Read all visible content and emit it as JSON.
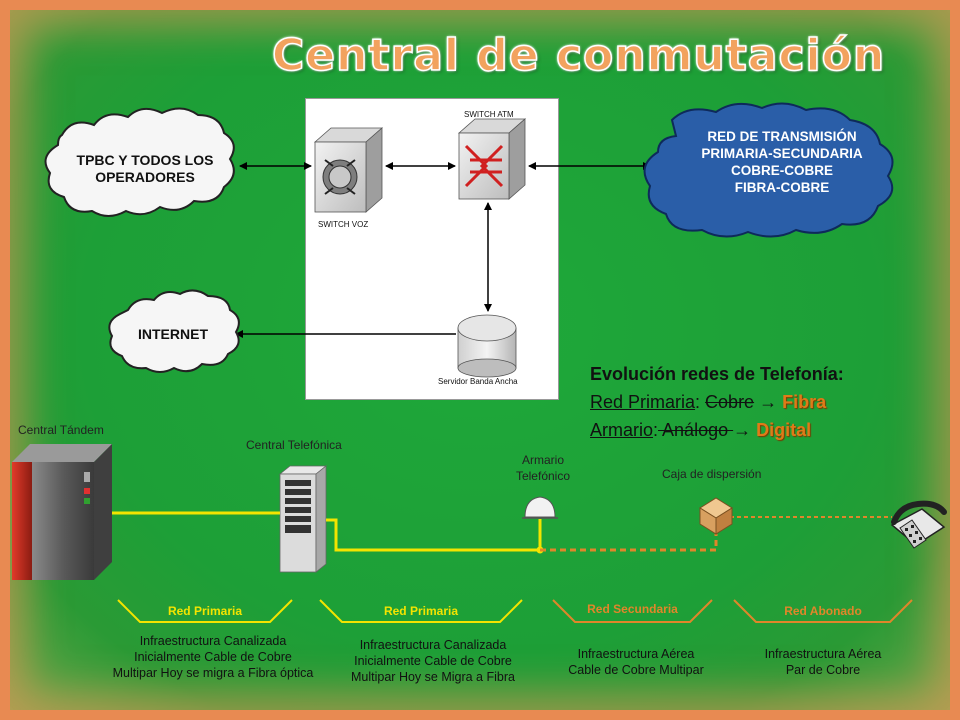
{
  "title": "Central de conmutación",
  "network": {
    "switch_atm": "SWITCH ATM",
    "switch_voz": "SWITCH VOZ",
    "server": "Servidor Banda Ancha"
  },
  "clouds": {
    "tpbc_line1": "TPBC Y TODOS LOS",
    "tpbc_line2": "OPERADORES",
    "internet": "INTERNET",
    "red_line1": "RED DE TRANSMISIÓN",
    "red_line2": "PRIMARIA-SECUNDARIA",
    "red_line3": "COBRE-COBRE",
    "red_line4": "FIBRA-COBRE"
  },
  "evolution": {
    "heading": "Evolución  redes de Telefonía:",
    "line1_label": "Red Primaria",
    "line1_sep": ": ",
    "line1_old": "Cobre",
    "line1_arrow": " → ",
    "line1_new": "Fibra",
    "line2_label": "Armario",
    "line2_sep": ":",
    "line2_old": " Análogo ",
    "line2_arrow": "→ ",
    "line2_new": "Digital"
  },
  "nodes": {
    "central_tandem": "Central Tándem",
    "central_telefonica": "Central Telefónica",
    "armario_line1": "Armario",
    "armario_line2": "Telefónico",
    "caja": "Caja de dispersión"
  },
  "segments": [
    {
      "label": "Red Primaria",
      "color": "#f3e400",
      "infra": [
        "Infraestructura Canalizada",
        "Inicialmente Cable de Cobre",
        "Multipar Hoy se migra a Fibra óptica"
      ]
    },
    {
      "label": "Red Primaria",
      "color": "#f3e400",
      "infra": [
        "Infraestructura Canalizada",
        "Inicialmente Cable de Cobre",
        "Multipar Hoy se Migra a Fibra"
      ]
    },
    {
      "label": "Red Secundaria",
      "color": "#e0862a",
      "infra": [
        "Infraestructura Aérea",
        "Cable de Cobre Multipar"
      ]
    },
    {
      "label": "Red Abonado",
      "color": "#e0862a",
      "infra": [
        "Infraestructura Aérea",
        "Par de Cobre"
      ]
    }
  ],
  "colors": {
    "background_green": "#1fa83a",
    "primary_line": "#f3e400",
    "secondary_line": "#e0862a",
    "cloud_blue": "#2a5ea8"
  }
}
